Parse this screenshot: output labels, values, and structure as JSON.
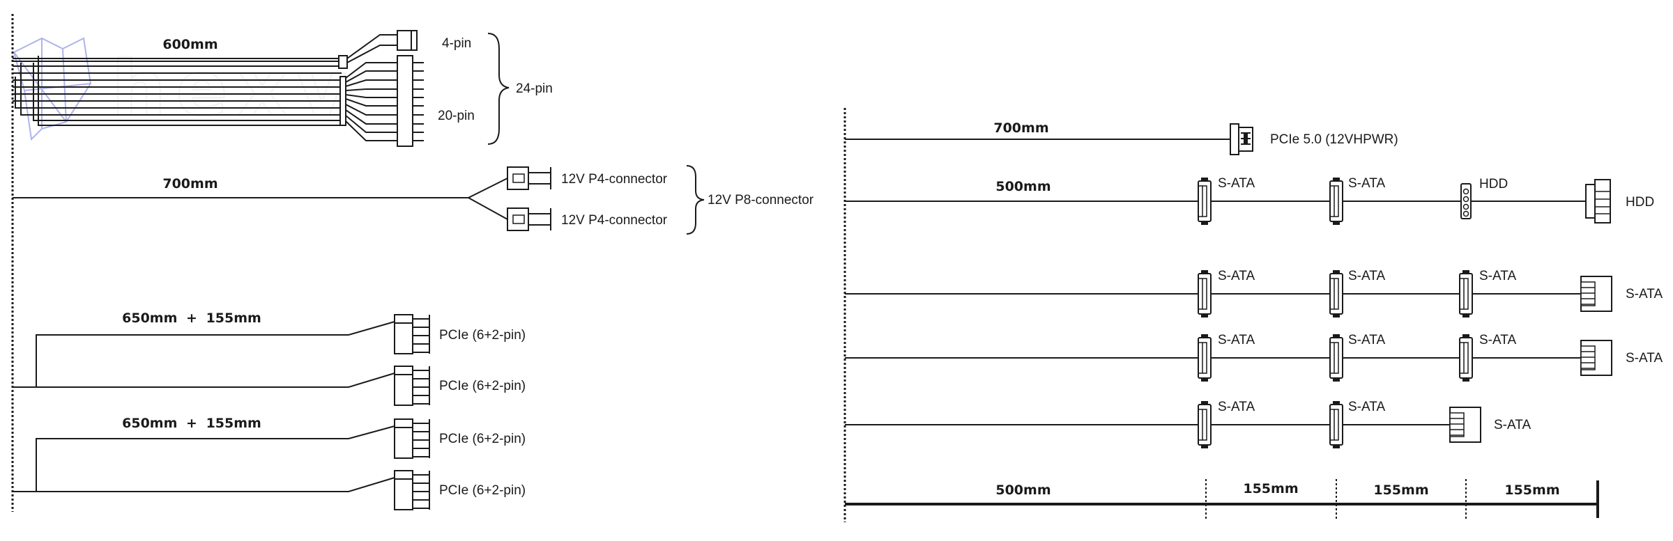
{
  "watermark": "hexv",
  "left": {
    "atx": {
      "length": "600mm",
      "pin4": "4-pin",
      "pin20": "20-pin",
      "pin24": "24-pin"
    },
    "eps": {
      "length": "700mm",
      "p4_a": "12V P4-connector",
      "p4_b": "12V P4-connector",
      "p8": "12V P8-connector"
    },
    "pcie1": {
      "length": "650mm",
      "plus": "+",
      "ext": "155mm",
      "conn_a": "PCIe (6+2-pin)",
      "conn_b": "PCIe (6+2-pin)"
    },
    "pcie2": {
      "length": "650mm",
      "plus": "+",
      "ext": "155mm",
      "conn_a": "PCIe (6+2-pin)",
      "conn_b": "PCIe (6+2-pin)"
    }
  },
  "right": {
    "pcie5": {
      "length": "700mm",
      "label": "PCIe 5.0 (12VHPWR)"
    },
    "row_hdd": {
      "length": "500mm",
      "s1": "S-ATA",
      "s2": "S-ATA",
      "h1": "HDD",
      "h2": "HDD"
    },
    "row_sata3": {
      "s1": "S-ATA",
      "s2": "S-ATA",
      "s3": "S-ATA",
      "end": "S-ATA"
    },
    "row_sata3b": {
      "s1": "S-ATA",
      "s2": "S-ATA",
      "s3": "S-ATA",
      "end": "S-ATA"
    },
    "row_sata2": {
      "s1": "S-ATA",
      "s2": "S-ATA",
      "end": "S-ATA"
    },
    "scale": {
      "seg1": "500mm",
      "seg2": "155mm",
      "seg3": "155mm",
      "seg4": "155mm"
    }
  },
  "colors": {
    "line": "#1a1a1a",
    "watermark_stroke": "#6b74d8"
  }
}
